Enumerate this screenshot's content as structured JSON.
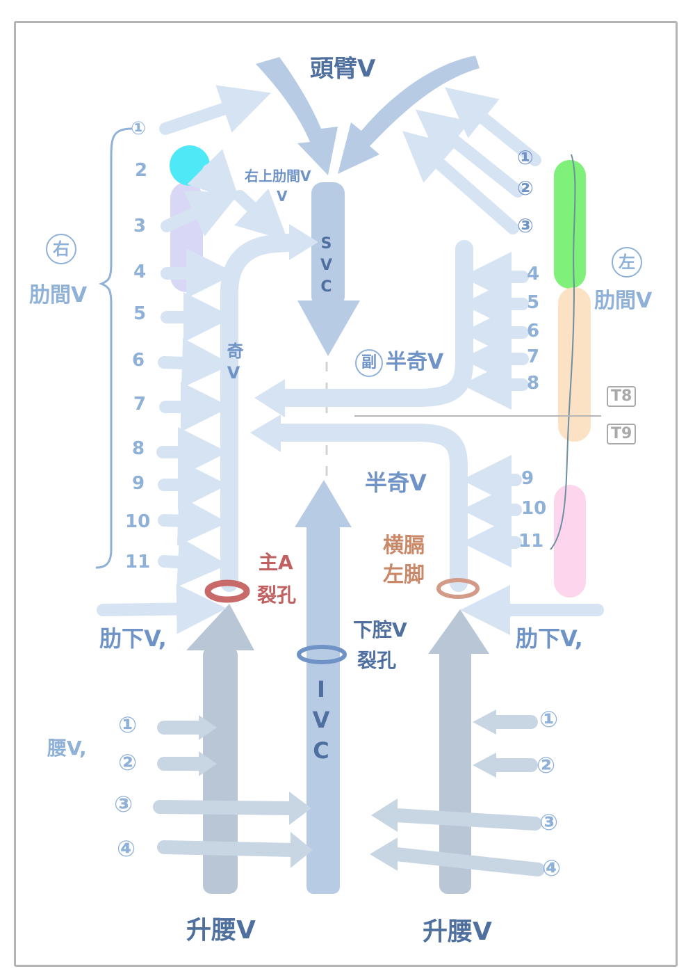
{
  "top": {
    "brachiocephalic": "頭臂V"
  },
  "svc": {
    "label": "SVC",
    "right_sup_intercostal": "右上肋間V"
  },
  "right": {
    "circle": "右",
    "intercostal": "肋間V",
    "numbers": [
      "①",
      "2",
      "3",
      "4",
      "5",
      "6",
      "7",
      "8",
      "9",
      "10",
      "11"
    ],
    "azygos": "奇V",
    "aortic_label": "主A",
    "hiatus_label": "裂孔",
    "subcostal": "肋下V,",
    "lumbar": "腰V,",
    "lumbar_numbers": [
      "①",
      "②",
      "③",
      "④"
    ],
    "ascending_lumbar": "升腰V"
  },
  "left": {
    "circle": "左",
    "intercostal": "肋間V",
    "upper_numbers": [
      "①",
      "②",
      "③"
    ],
    "numbers": [
      "4",
      "5",
      "6",
      "7",
      "8"
    ],
    "accessory_hemiazygos_circle": "副",
    "accessory_hemiazygos_rest": "半奇V",
    "hemiazygos": "半奇V",
    "lower_numbers": [
      "9",
      "10",
      "11"
    ],
    "diaphragm_crus_line1": "横膈",
    "diaphragm_crus_line2": "左脚",
    "subcostal": "肋下V,",
    "lumbar_numbers": [
      "①",
      "②",
      "③",
      "④"
    ],
    "ascending_lumbar": "升腰V"
  },
  "ivc": {
    "label": "IVC",
    "hiatus_line1": "下腔V",
    "hiatus_line2": "裂孔"
  },
  "vertebra": {
    "t8": "T8",
    "t9": "T9"
  },
  "colors": {
    "vein_main": "#b7cbe4",
    "vein_light": "#d6e3f3",
    "ascending_lumbar": "#b9c6d6",
    "aortic_ring": "#c86a6a",
    "crus_ring": "#d49a88",
    "ivc_ring": "#6f93c6",
    "cyan_dot": "#4fe8f6",
    "violet_bar": "#d8d8f6",
    "green_bar": "#7ff07a",
    "orange_bar": "#fbe2c4",
    "pink_bar": "#fdd6ee"
  }
}
